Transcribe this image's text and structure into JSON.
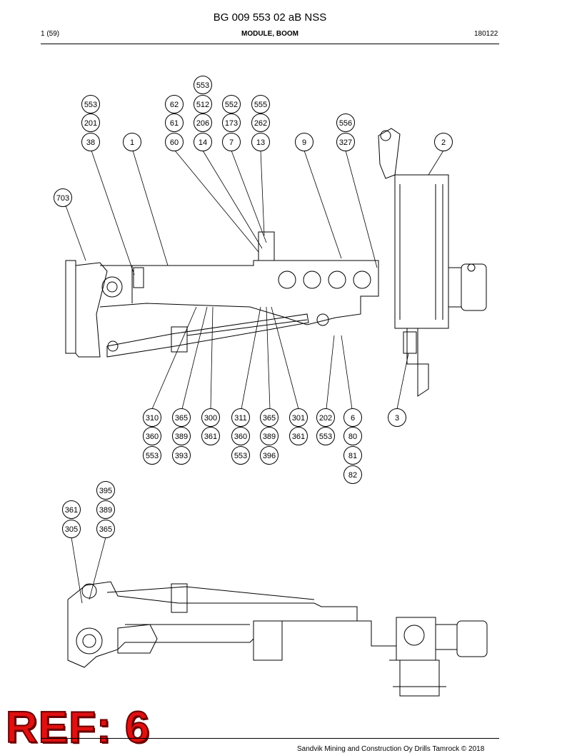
{
  "header": {
    "title": "BG 009 553 02 aB NSS",
    "page": "1 (59)",
    "section": "MODULE, BOOM",
    "date": "180122"
  },
  "callouts": {
    "c553a": "553",
    "c201": "201",
    "c38": "38",
    "c1": "1",
    "c62": "62",
    "c61": "61",
    "c60": "60",
    "c553top": "553",
    "c512": "512",
    "c206": "206",
    "c14": "14",
    "c552": "552",
    "c173": "173",
    "c7": "7",
    "c555": "555",
    "c262": "262",
    "c13": "13",
    "c9": "9",
    "c556": "556",
    "c327": "327",
    "c2": "2",
    "c703": "703",
    "c310": "310",
    "c360a": "360",
    "c553b": "553",
    "c365a": "365",
    "c389a": "389",
    "c393": "393",
    "c300": "300",
    "c361a": "361",
    "c311": "311",
    "c360b": "360",
    "c553c": "553",
    "c365b": "365",
    "c389b": "389",
    "c396": "396",
    "c301": "301",
    "c361b": "361",
    "c202": "202",
    "c553d": "553",
    "c6": "6",
    "c80": "80",
    "c81": "81",
    "c82": "82",
    "c3": "3",
    "c395": "395",
    "c361c": "361",
    "c389c": "389",
    "c305": "305",
    "c365c": "365"
  },
  "stamp": {
    "ref": "REF: 6"
  },
  "footer": {
    "copyright": "Sandvik Mining and Construction Oy Drills Tamrock © 2018"
  }
}
